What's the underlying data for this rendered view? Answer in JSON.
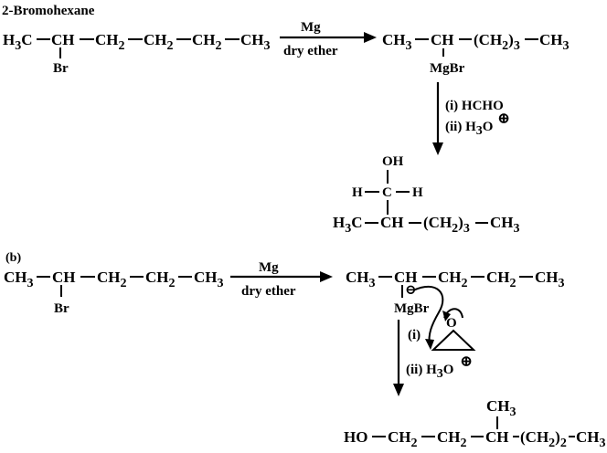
{
  "part_a": {
    "title": "2-Bromohexane",
    "reactant": {
      "c1": "H",
      "c1sub": "3",
      "c1b": "C",
      "c2": "CH",
      "c3": "CH",
      "c3sub": "2",
      "c4": "CH",
      "c4sub": "2",
      "c5": "CH",
      "c5sub": "2",
      "c6": "CH",
      "c6sub": "3",
      "br": "Br"
    },
    "step1": {
      "reagent_top": "Mg",
      "reagent_bottom": "dry ether"
    },
    "grignard": {
      "ch3": "CH",
      "ch3sub": "3",
      "ch": "CH",
      "chain": "(CH",
      "chain_sub": "2",
      "chain_close": ")",
      "chain_n": "3",
      "end": "CH",
      "end_sub": "3",
      "mgbr": "MgBr"
    },
    "step2": {
      "reagent_1": "(i) HCHO",
      "reagent_2": "(ii) H",
      "reagent_2_sub": "3",
      "reagent_2_end": "O",
      "charge": "⊕"
    },
    "product": {
      "oh": "OH",
      "h_left": "H",
      "c": "C",
      "h_right": "H",
      "h3": "H",
      "h3sub": "3",
      "h3c": "C",
      "ch": "CH",
      "chain": "(CH",
      "chain_sub": "2",
      "chain_close": ")",
      "chain_n": "3",
      "end": "CH",
      "end_sub": "3"
    }
  },
  "part_b": {
    "label": "(b)",
    "reactant": {
      "c1": "CH",
      "c1sub": "3",
      "c2": "CH",
      "c3": "CH",
      "c3sub": "2",
      "c4": "CH",
      "c4sub": "2",
      "c5": "CH",
      "c5sub": "3",
      "br": "Br"
    },
    "step1": {
      "reagent_top": "Mg",
      "reagent_bottom": "dry ether"
    },
    "grignard": {
      "c1": "CH",
      "c1sub": "3",
      "c2": "CH",
      "c3": "CH",
      "c3sub": "2",
      "c4": "CH",
      "c4sub": "2",
      "c5": "CH",
      "c5sub": "3",
      "charge": "⊖",
      "mgbr": "MgBr"
    },
    "step2": {
      "reagent_1": "(i)",
      "epoxide_o": "O",
      "reagent_2": "(ii) H",
      "reagent_2_sub": "3",
      "reagent_2_end": "O",
      "charge": "⊕"
    },
    "product": {
      "ho": "HO",
      "c1": "CH",
      "c1sub": "2",
      "c2": "CH",
      "c2sub": "2",
      "ch": "CH",
      "methyl": "CH",
      "methyl_sub": "3",
      "chain": "(CH",
      "chain_sub": "2",
      "chain_close": ")",
      "chain_n": "2",
      "end": "CH",
      "end_sub": "3"
    }
  }
}
